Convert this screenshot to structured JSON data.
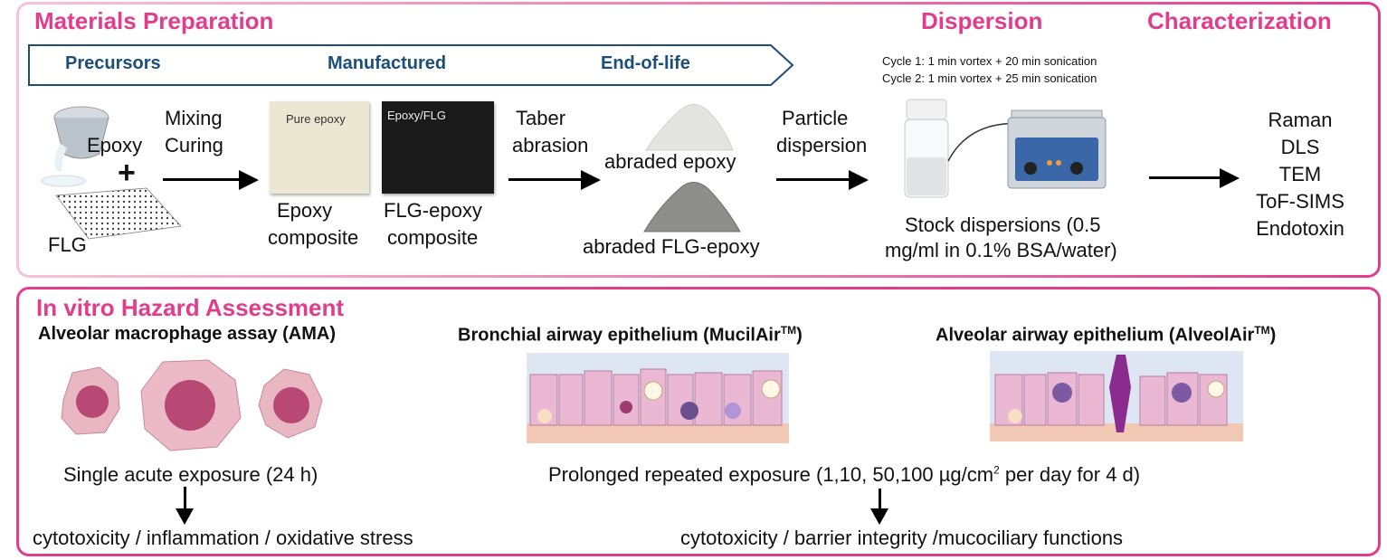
{
  "colors": {
    "accent": "#e23d8c",
    "stage_blue": "#1c4e7a"
  },
  "top": {
    "sections": {
      "materials": "Materials Preparation",
      "dispersion": "Dispersion",
      "characterization": "Characterization"
    },
    "stages": {
      "precursors": "Precursors",
      "manufactured": "Manufactured",
      "end_of_life": "End-of-life"
    },
    "precursors": {
      "epoxy": "Epoxy",
      "plus": "+",
      "flg": "FLG"
    },
    "mixing": {
      "line1": "Mixing",
      "line2": "Curing"
    },
    "panels": {
      "pure_label": "Pure epoxy",
      "flg_label": "Epoxy/FLG"
    },
    "composites": {
      "epoxy_line1": "Epoxy",
      "epoxy_line2": "composite",
      "flg_line1": "FLG-epoxy",
      "flg_line2": "composite"
    },
    "taber": {
      "line1": "Taber",
      "line2": "abrasion"
    },
    "abraded": {
      "epoxy": "abraded epoxy",
      "flg": "abraded FLG-epoxy"
    },
    "particle": {
      "line1": "Particle",
      "line2": "dispersion"
    },
    "cycles": {
      "cycle1": "Cycle 1: 1 min vortex + 20 min sonication",
      "cycle2": "Cycle 2: 1 min vortex + 25 min sonication"
    },
    "stock": {
      "line1": "Stock dispersions (0.5",
      "line2": "mg/ml in 0.1% BSA/water)"
    },
    "characterization_list": [
      "Raman",
      "DLS",
      "TEM",
      "ToF-SIMS",
      "Endotoxin"
    ]
  },
  "bottom": {
    "section_title": "In vitro Hazard Assessment",
    "ama_title": "Alveolar macrophage assay (AMA)",
    "bronchial_title": "Bronchial airway epithelium (MucilAir",
    "alveolar_title": "Alveolar airway epithelium (AlveolAir",
    "tm": "TM",
    "close_paren": ")",
    "single_exposure": "Single acute exposure (24 h)",
    "prolonged_exposure_a": "Prolonged repeated exposure  (1,10, 50,100 µg/cm",
    "sup2": "2",
    "prolonged_exposure_b": " per day for 4 d)",
    "ama_endpoints": "cytotoxicity / inflammation / oxidative stress",
    "epithelium_endpoints": "cytotoxicity / barrier integrity /mucociliary functions"
  }
}
